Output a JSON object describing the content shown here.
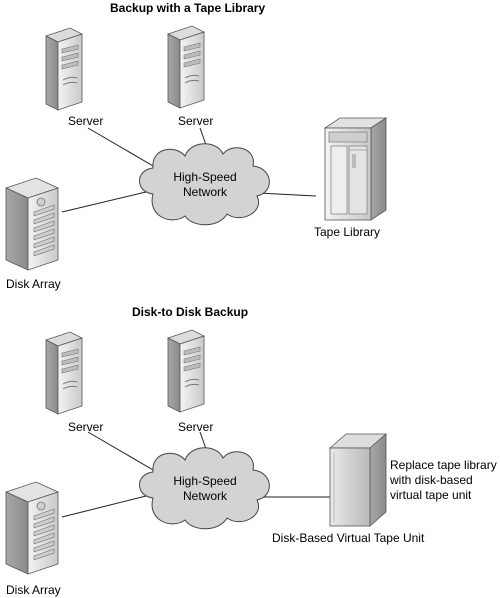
{
  "top_section": {
    "title": "Backup with a Tape Library",
    "server_left_label": "Server",
    "server_right_label": "Server",
    "cloud_line1": "High-Speed",
    "cloud_line2": "Network",
    "tape_library_label": "Tape Library",
    "disk_array_label": "Disk Array"
  },
  "bottom_section": {
    "title": "Disk-to Disk Backup",
    "server_left_label": "Server",
    "server_right_label": "Server",
    "cloud_line1": "High-Speed",
    "cloud_line2": "Network",
    "vtu_label": "Disk-Based Virtual Tape Unit",
    "disk_array_label": "Disk Array",
    "note_lines": [
      "Replace tape library",
      "with disk-based",
      "virtual tape unit"
    ]
  },
  "colors": {
    "device_light": "#e6e6e6",
    "device_mid": "#c8c8c8",
    "device_dark": "#9a9a9a",
    "cloud_fill": "#d2d2d2",
    "line": "#222222"
  }
}
